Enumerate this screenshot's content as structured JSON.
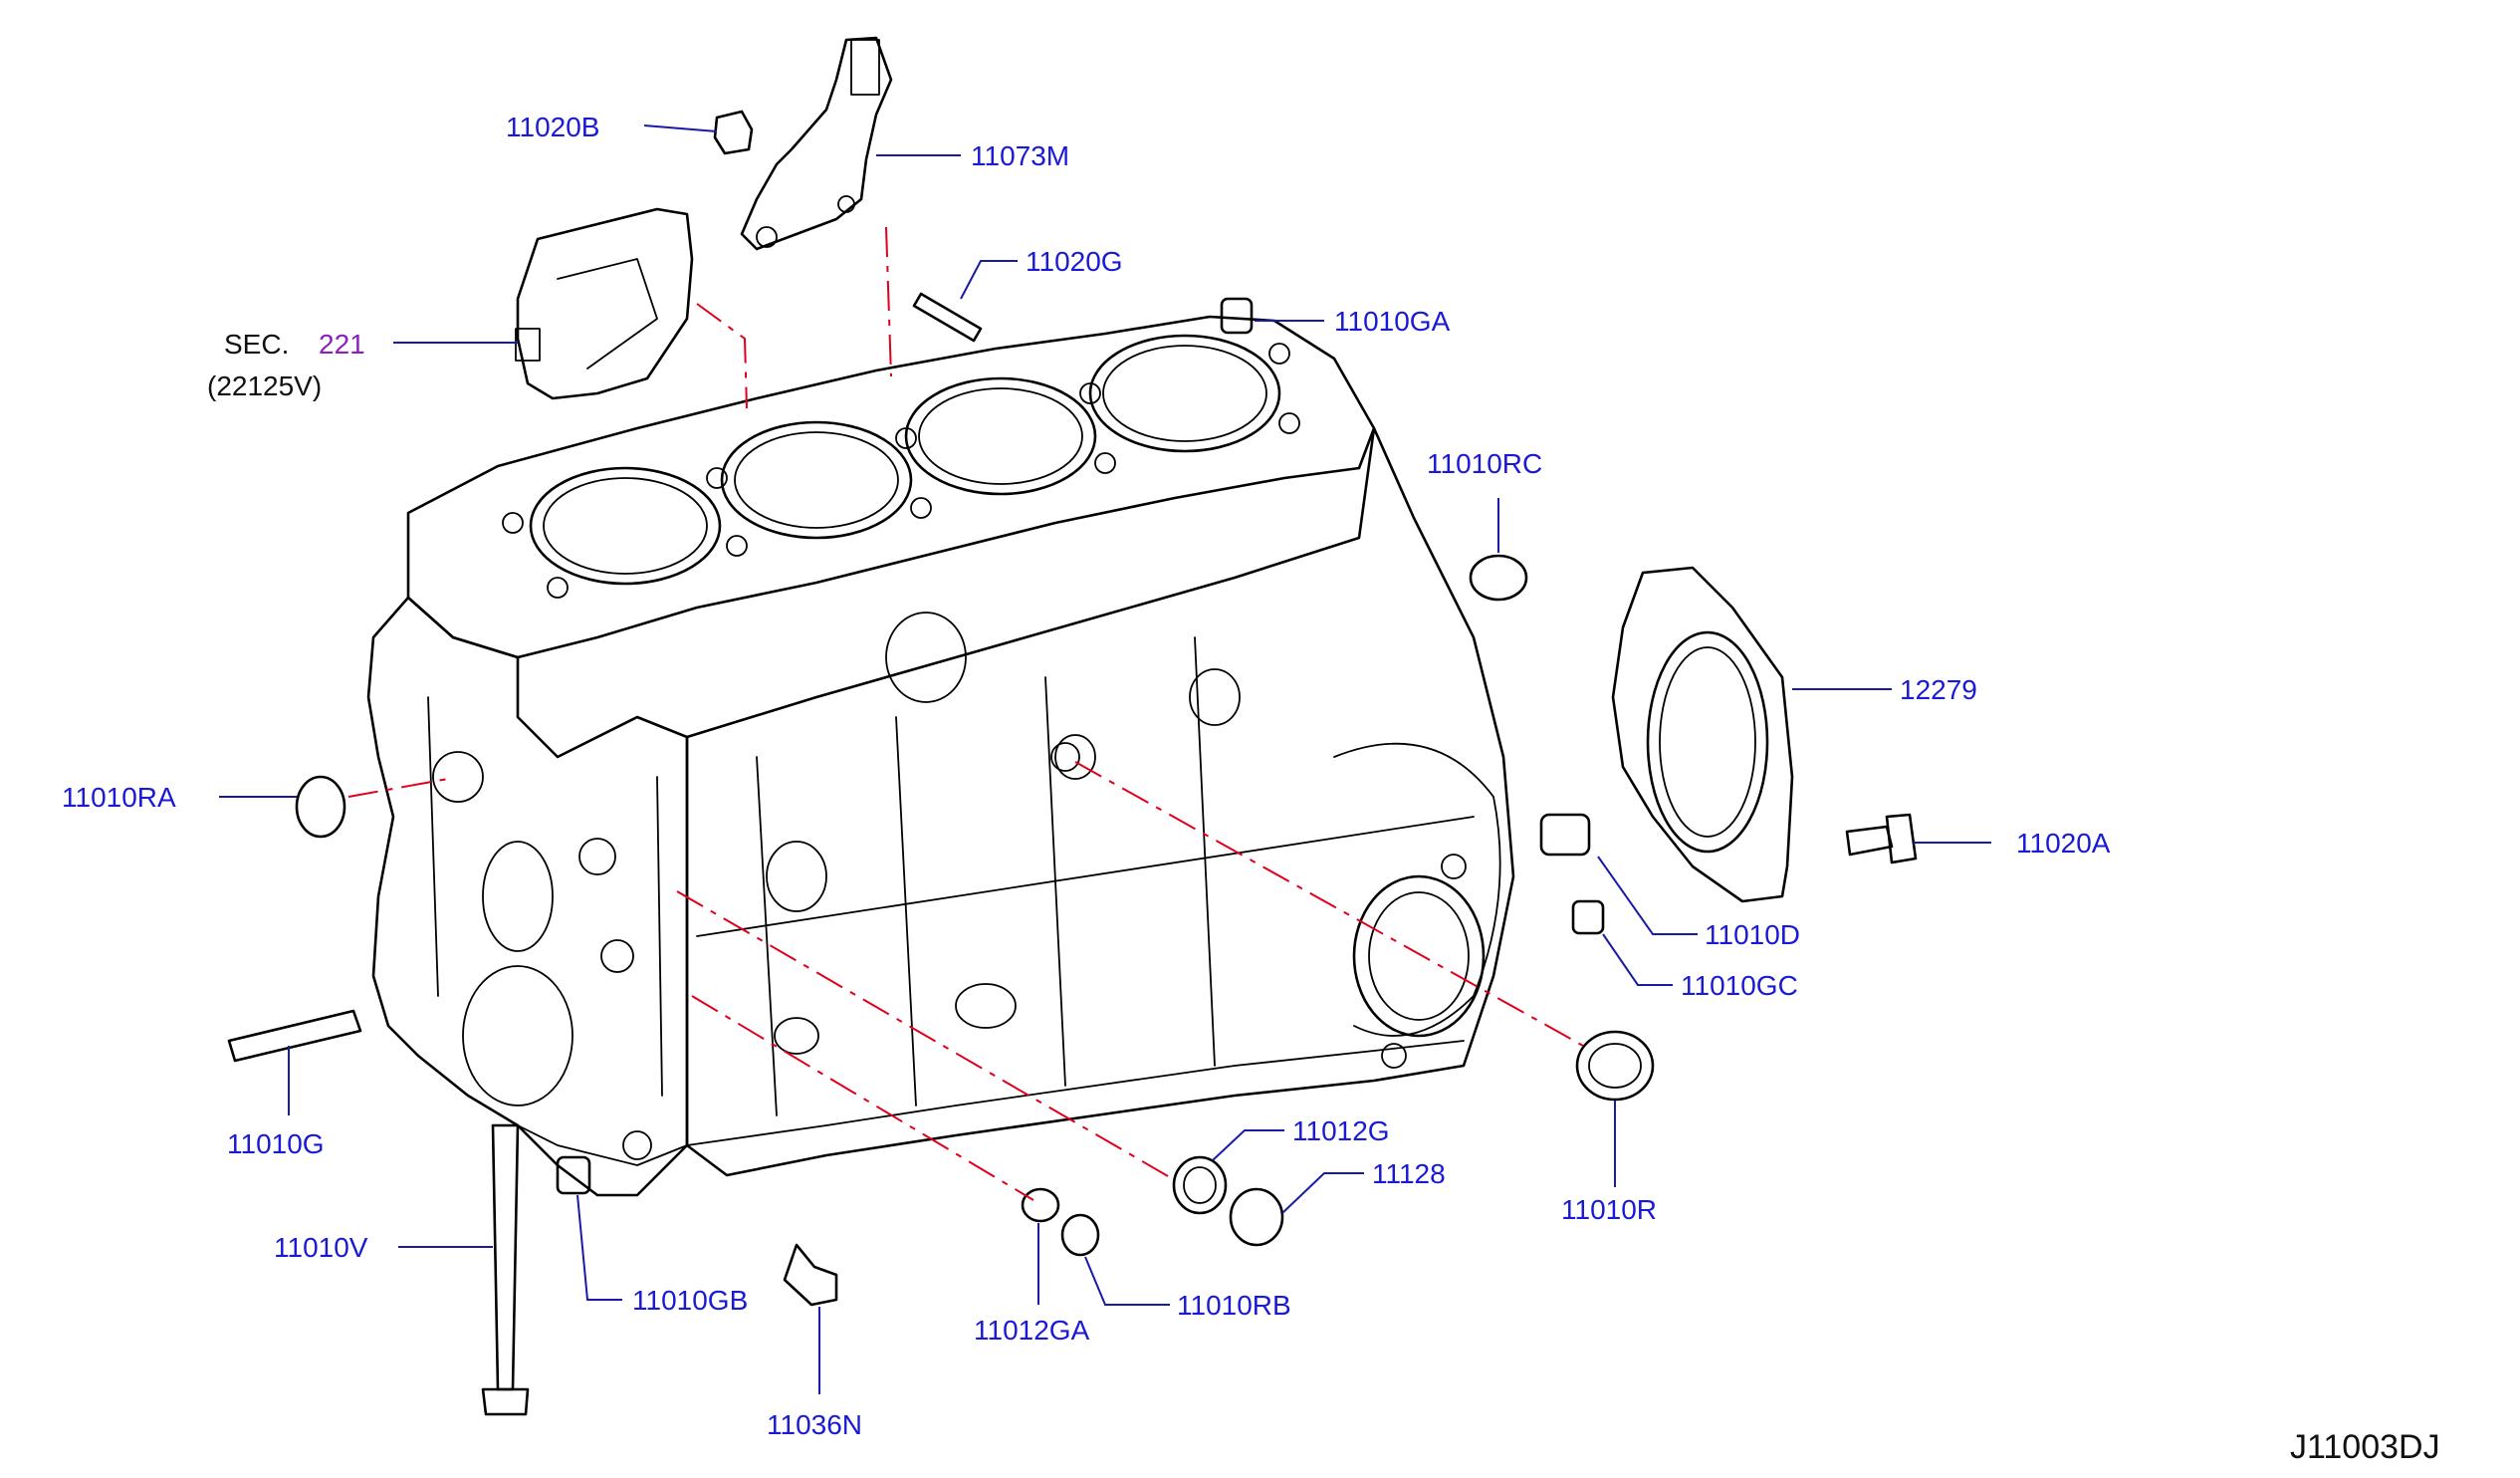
{
  "diagram_code": "J11003DJ",
  "section_ref": {
    "prefix": "SEC.",
    "number": "221",
    "sub": "(22125V)"
  },
  "parts": [
    {
      "key": "p11020B",
      "label": "11020B"
    },
    {
      "key": "p11073M",
      "label": "11073M"
    },
    {
      "key": "p11020G",
      "label": "11020G"
    },
    {
      "key": "p11010GA",
      "label": "11010GA"
    },
    {
      "key": "p11010RC",
      "label": "11010RC"
    },
    {
      "key": "p12279",
      "label": "12279"
    },
    {
      "key": "p11010RA",
      "label": "11010RA"
    },
    {
      "key": "p11020A",
      "label": "11020A"
    },
    {
      "key": "p11010D",
      "label": "11010D"
    },
    {
      "key": "p11010GC",
      "label": "11010GC"
    },
    {
      "key": "p11010G",
      "label": "11010G"
    },
    {
      "key": "p11012G",
      "label": "11012G"
    },
    {
      "key": "p11128",
      "label": "11128"
    },
    {
      "key": "p11010R",
      "label": "11010R"
    },
    {
      "key": "p11010V",
      "label": "11010V"
    },
    {
      "key": "p11010GB",
      "label": "11010GB"
    },
    {
      "key": "p11012GA",
      "label": "11012GA"
    },
    {
      "key": "p11010RB",
      "label": "11010RB"
    },
    {
      "key": "p11036N",
      "label": "11036N"
    }
  ]
}
